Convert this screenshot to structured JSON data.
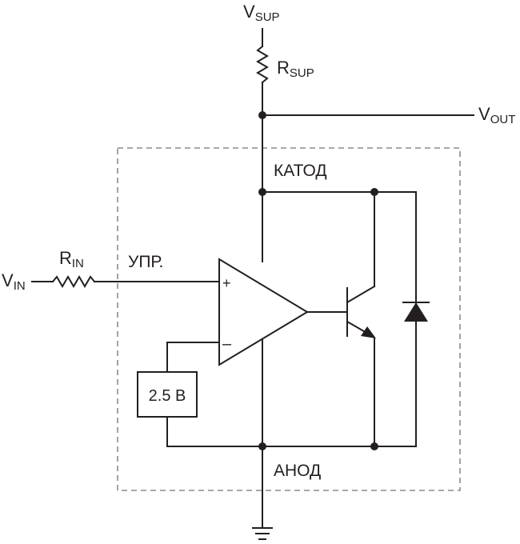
{
  "labels": {
    "vsup": {
      "main": "V",
      "sub": "SUP"
    },
    "rsup": {
      "main": "R",
      "sub": "SUP"
    },
    "vout": {
      "main": "V",
      "sub": "OUT"
    },
    "vin": {
      "main": "V",
      "sub": "IN"
    },
    "rin": {
      "main": "R",
      "sub": "IN"
    },
    "cathode": "КАТОД",
    "anode": "АНОД",
    "control": "УПР.",
    "reference": "2.5 В",
    "plus": "+",
    "minus": "–"
  },
  "colors": {
    "line": "#231f20",
    "boundary": "#8c8c8c",
    "background": "#ffffff"
  }
}
